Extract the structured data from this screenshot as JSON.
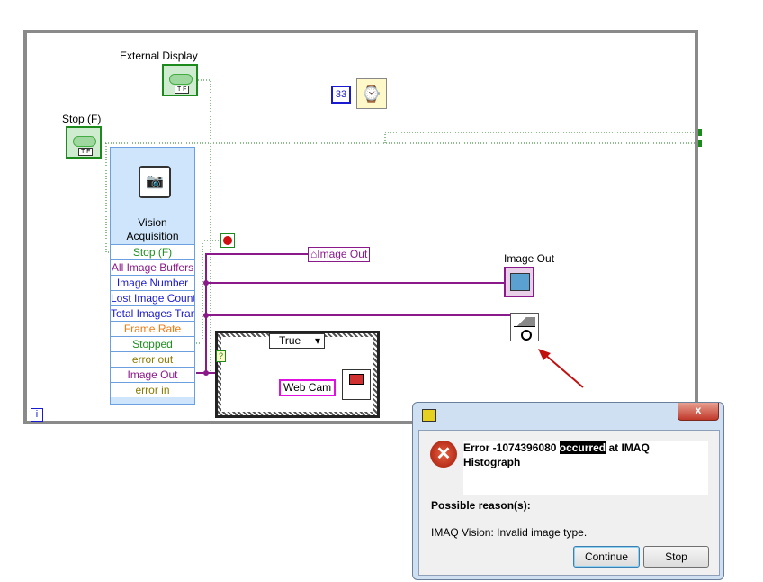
{
  "diagram": {
    "external_display_label": "External Display",
    "stop_label": "Stop (F)",
    "tf": "T F",
    "constant_33": "33",
    "vision_acquisition": {
      "title": "Vision Acquisition",
      "rows": [
        {
          "label": "Stop (F)",
          "color": "#1f8f1f"
        },
        {
          "label": "All Image Buffers",
          "color": "#8a1a8a"
        },
        {
          "label": "Image Number",
          "color": "#1a1ad0"
        },
        {
          "label": "Lost Image Count",
          "color": "#1a1ad0"
        },
        {
          "label": "Total Images Transferred",
          "color": "#1a1ad0"
        },
        {
          "label": "Frame Rate",
          "color": "#f07a10"
        },
        {
          "label": "Stopped",
          "color": "#1f8f1f"
        },
        {
          "label": "error out",
          "color": "#8a7a00"
        },
        {
          "label": "Image Out",
          "color": "#8a1a8a"
        },
        {
          "label": "error in",
          "color": "#8a7a00"
        }
      ]
    },
    "image_out_local": "Image Out",
    "image_out_indicator_label": "Image Out",
    "case_selector": "True",
    "web_cam": "Web Cam",
    "iteration": "i",
    "question": "?"
  },
  "dialog": {
    "error_text": "Error -1074396080 occurred at IMAQ Histograph",
    "error_pre": "Error -1074396080 ",
    "error_sel": "occurred",
    "error_post": " at IMAQ Histograph",
    "reasons_heading": "Possible reason(s):",
    "reason": "IMAQ Vision:  Invalid image type.",
    "continue_label": "Continue",
    "stop_label": "Stop",
    "close_glyph": "x"
  }
}
